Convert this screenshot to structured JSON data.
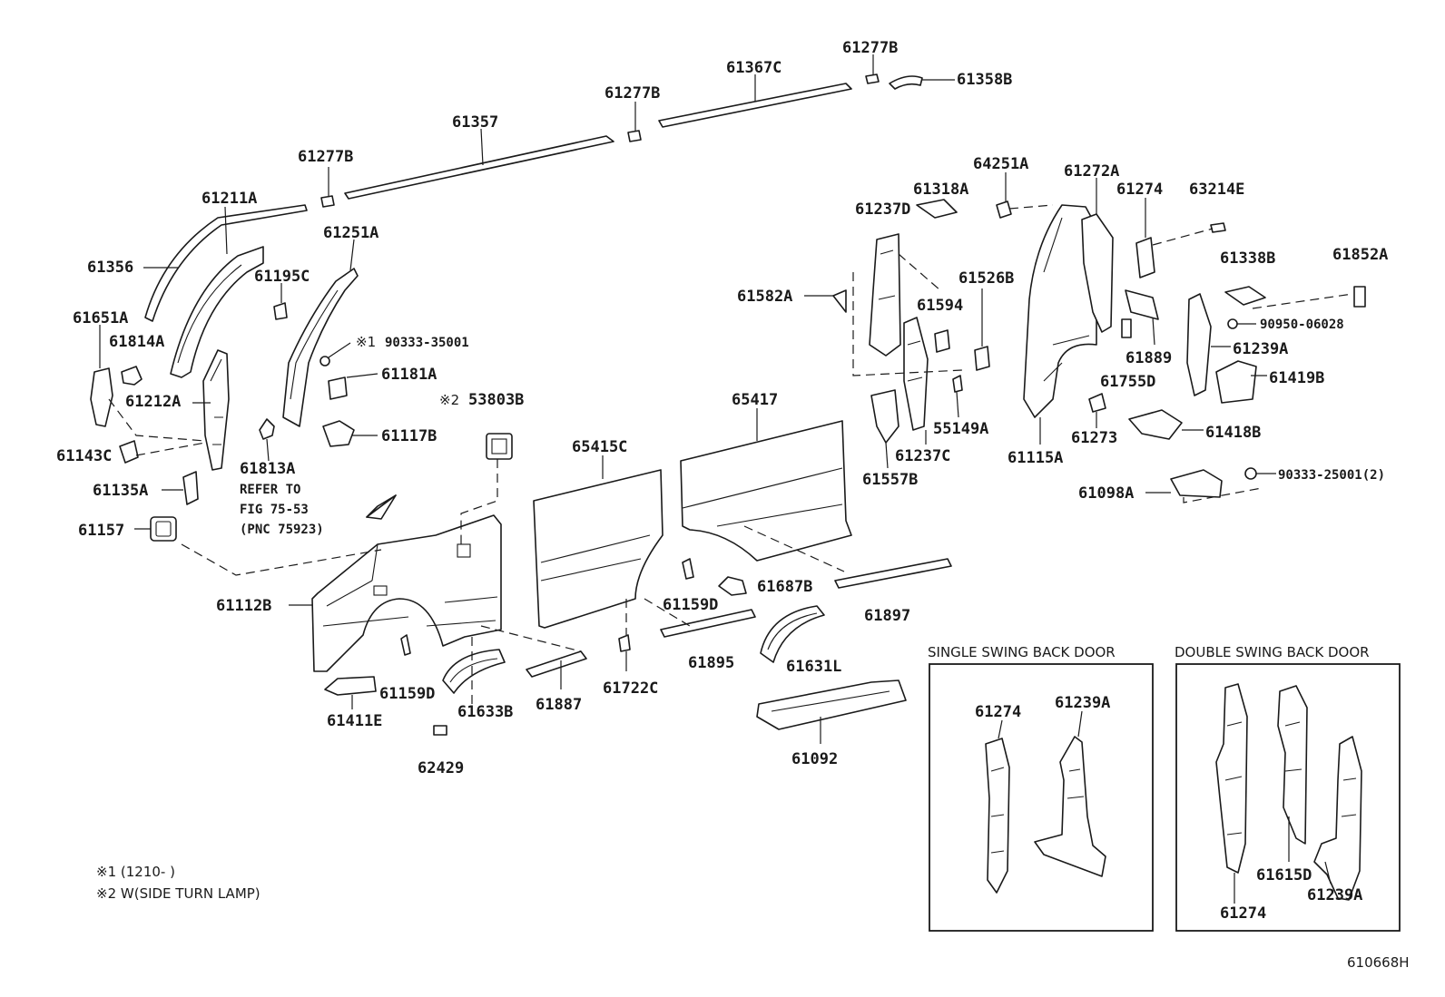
{
  "labels": {
    "p61277b_top": "61277B",
    "p61358b": "61358B",
    "p61367c": "61367C",
    "p61277b_mid": "61277B",
    "p61357": "61357",
    "p61277b_left": "61277B",
    "p61211a": "61211A",
    "p61251a": "61251A",
    "p61356": "61356",
    "p61195c": "61195C",
    "p61651a": "61651A",
    "p61814a": "61814A",
    "p90333_35001": "90333-35001",
    "note1_mark": "※1",
    "p61181a": "61181A",
    "p61212a": "61212A",
    "p61117b": "61117B",
    "p61143c": "61143C",
    "p61813a": "61813A",
    "p61135a": "61135A",
    "p61157": "61157",
    "p53803b": "53803B",
    "note2_mark": "※2",
    "p65415c": "65415C",
    "p65417": "65417",
    "p61112b": "61112B",
    "p61159d_low": "61159D",
    "p61633b": "61633B",
    "p61887": "61887",
    "p62429": "62429",
    "p61411e": "61411E",
    "p61722c": "61722C",
    "p61159d_mid": "61159D",
    "p61687b": "61687B",
    "p61897": "61897",
    "p61895": "61895",
    "p61631l": "61631L",
    "p61092": "61092",
    "p64251a": "64251A",
    "p61272a": "61272A",
    "p61274_top": "61274",
    "p63214e": "63214E",
    "p61318a": "61318A",
    "p61237d": "61237D",
    "p61852a": "61852A",
    "p61338b": "61338B",
    "p61526b": "61526B",
    "p61582a": "61582A",
    "p61594": "61594",
    "p90950_06028": "90950-06028",
    "p61239a_top": "61239A",
    "p61889": "61889",
    "p61419b": "61419B",
    "p61755d": "61755D",
    "p55149a": "55149A",
    "p61273": "61273",
    "p61418b": "61418B",
    "p61237c": "61237C",
    "p61115a": "61115A",
    "p61557b": "61557B",
    "p61098a": "61098A",
    "p90333_25001": "90333-25001(2)"
  },
  "refer": {
    "line1": "REFER TO",
    "line2": "FIG 75-53",
    "line3": "(PNC 75923)"
  },
  "boxes": {
    "single": {
      "title": "SINGLE SWING BACK DOOR",
      "label_a": "61274",
      "label_b": "61239A"
    },
    "double": {
      "title": "DOUBLE SWING BACK DOOR",
      "label_a": "61274",
      "label_b": "61615D",
      "label_c": "61239A"
    }
  },
  "notes": {
    "n1": "※1 (1210-      )",
    "n2": "※2 W(SIDE TURN LAMP)"
  },
  "figure_id": "610668H"
}
